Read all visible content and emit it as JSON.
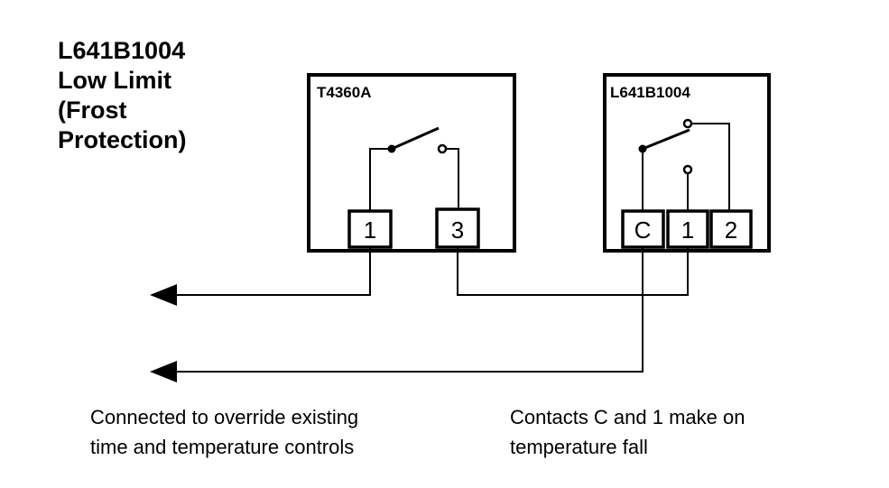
{
  "title": {
    "lines": [
      "L641B1004",
      "Low Limit",
      "(Frost",
      "Protection)"
    ]
  },
  "devices": {
    "thermostat": {
      "name": "T4360A",
      "terminals": [
        "1",
        "3"
      ]
    },
    "limit": {
      "name": "L641B1004",
      "terminals": [
        "C",
        "1",
        "2"
      ]
    }
  },
  "notes": {
    "left": [
      "Connected to override existing",
      "time and temperature controls"
    ],
    "right": [
      "Contacts C and 1 make on",
      "temperature fall"
    ]
  },
  "colors": {
    "line": "#000000",
    "background": "#ffffff"
  }
}
